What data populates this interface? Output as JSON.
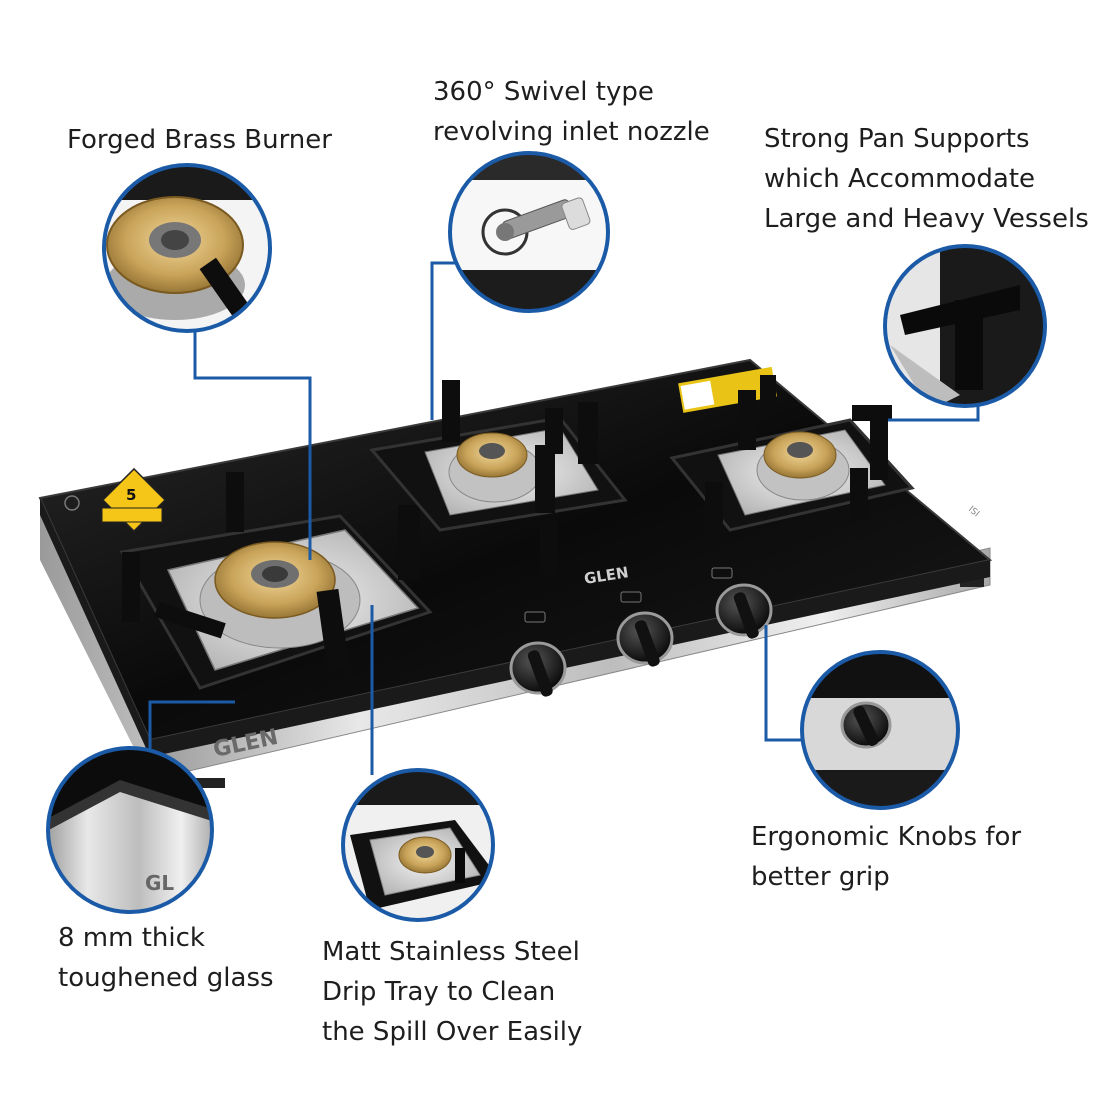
{
  "features": {
    "burner": {
      "lines": [
        "Forged Brass Burner"
      ],
      "icon": "brass-burner-icon"
    },
    "nozzle": {
      "lines": [
        "360° Swivel type",
        "revolving inlet nozzle"
      ],
      "icon": "swivel-nozzle-icon"
    },
    "pan_support": {
      "lines": [
        "Strong Pan Supports",
        "which Accommodate",
        "Large and Heavy Vessels"
      ],
      "icon": "pan-support-icon"
    },
    "knobs": {
      "lines": [
        "Ergonomic Knobs for",
        "better grip"
      ],
      "icon": "knob-icon"
    },
    "glass": {
      "lines": [
        "8 mm thick",
        "toughened glass"
      ],
      "icon": "glass-edge-icon"
    },
    "drip_tray": {
      "lines": [
        "Matt Stainless Steel",
        "Drip Tray to Clean",
        "the Spill Over Easily"
      ],
      "icon": "drip-tray-icon"
    }
  },
  "product": {
    "brand_top": "GLEN",
    "brand_front": "GLEN",
    "warranty_badge": "5"
  },
  "colors": {
    "callout_line": "#1b5aa6",
    "glass_top": "#0b0b0b",
    "steel": "#c8c8c8",
    "brass": "#c9a45a"
  }
}
